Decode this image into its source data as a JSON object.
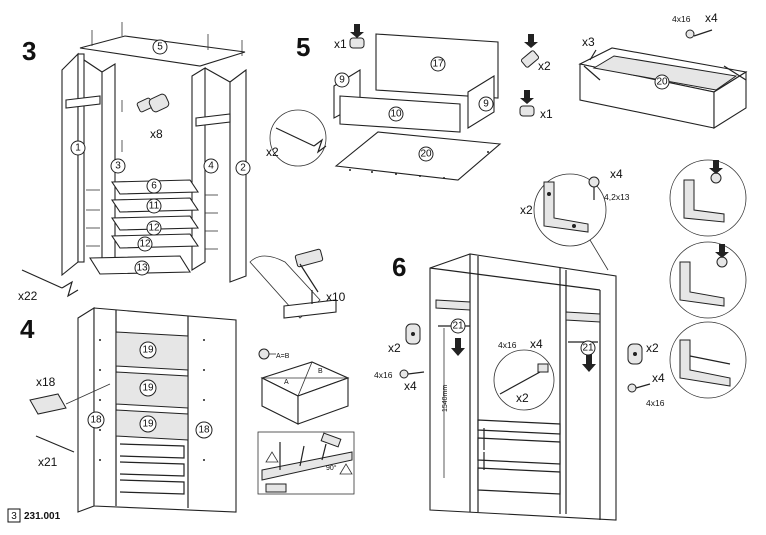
{
  "steps": {
    "s3": "3",
    "s4": "4",
    "s5": "5",
    "s6": "6"
  },
  "parts": {
    "p1": "1",
    "p2": "2",
    "p3": "3",
    "p4": "4",
    "p5": "5",
    "p6": "6",
    "p9": "9",
    "p10": "10",
    "p11": "11",
    "p12": "12",
    "p13": "13",
    "p17": "17",
    "p18": "18",
    "p19": "19",
    "p20": "20",
    "p21": "21"
  },
  "quantities": {
    "x1": "x1",
    "x2": "x2",
    "x3": "x3",
    "x4": "x4",
    "x8": "x8",
    "x10": "x10",
    "x18": "x18",
    "x21": "x21",
    "x22": "x22",
    "screw_4x16": "4x16",
    "screw_42x13": "4,2x13"
  },
  "labels": {
    "height_dim": "1540mm",
    "a_eq_b": "A=B",
    "corner_a": "A",
    "corner_b": "B",
    "angle_90": "90°"
  },
  "footer": {
    "page": "3",
    "code": "231.001"
  }
}
